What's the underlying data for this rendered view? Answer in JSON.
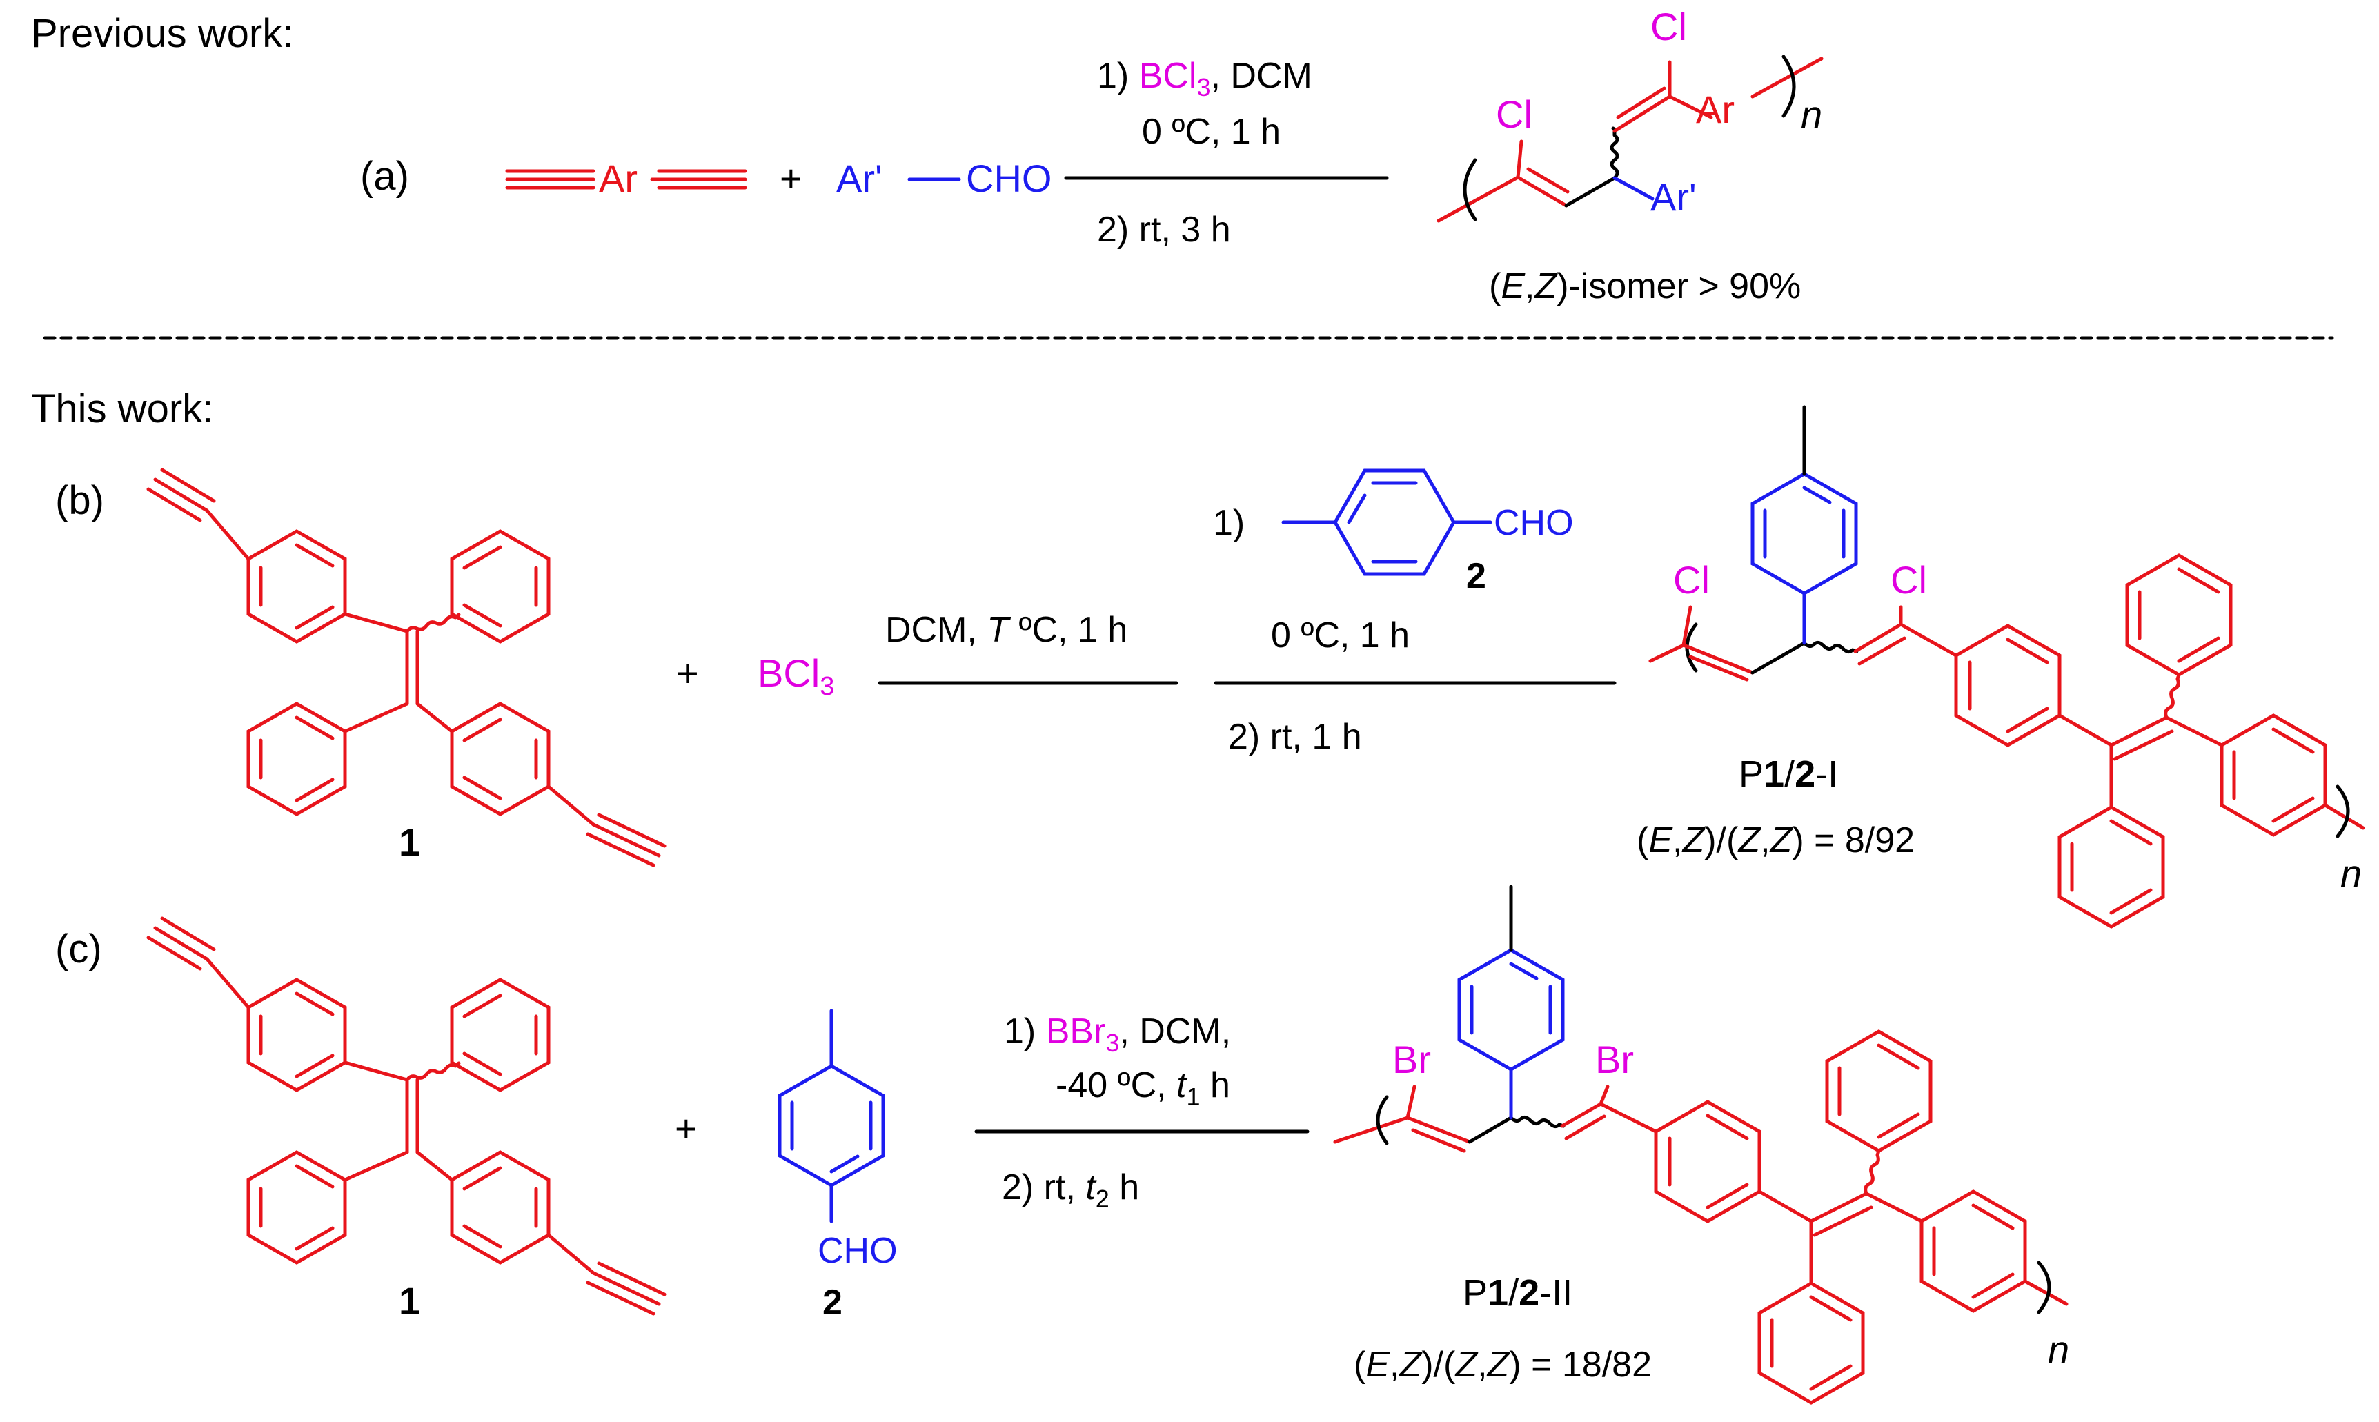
{
  "sections": {
    "previous": "Previous work:",
    "this": "This work:"
  },
  "tags": {
    "a": "(a)",
    "b": "(b)",
    "c": "(c)"
  },
  "groups": {
    "ar": "Ar",
    "ar_prime": "Ar'",
    "cho": "CHO",
    "cl": "Cl",
    "br": "Br",
    "n": "n",
    "bcl3": "BCl",
    "bbr3": "BBr",
    "sub3": "3"
  },
  "a": {
    "plus": "+",
    "step1_prefix": "1) ",
    "step1_suffix": ", DCM",
    "step1_cond": "0 ºC, 1 h",
    "step2": "2) rt, 3 h",
    "isomer_prefix": "(",
    "isomer_e": "E",
    "isomer_comma": ",",
    "isomer_z": "Z",
    "isomer_suffix": ")-isomer > 90%"
  },
  "b": {
    "plus": "+",
    "cond1_pre": "DCM, ",
    "cond1_T": "T",
    "cond1_post": " ºC, 1 h",
    "step1_num": "1)",
    "step1_cond": "0 ºC, 1 h",
    "step2": "2) rt, 1 h",
    "compound1": "1",
    "compound2": "2",
    "product_p": "P",
    "product_1": "1",
    "product_slash": "/",
    "product_2": "2",
    "product_suffix": "-I",
    "ratio": {
      "o1": "(",
      "e": "E",
      "c1": ",",
      "z1": "Z",
      "mid": ")/(",
      "z2": "Z",
      "c2": ",",
      "z3": "Z",
      "end": ") = 8/92"
    }
  },
  "c": {
    "plus": "+",
    "step1_prefix": "1) ",
    "step1_suffix": ", DCM,",
    "step1_cond_pre": "-40 ºC, ",
    "step1_t": "t",
    "step1_sub": "1",
    "step1_cond_post": " h",
    "step2_pre": "2) rt, ",
    "step2_t": "t",
    "step2_sub": "2",
    "step2_post": " h",
    "compound1": "1",
    "compound2": "2",
    "product_p": "P",
    "product_1": "1",
    "product_slash": "/",
    "product_2": "2",
    "product_suffix": "-II",
    "ratio": {
      "o1": "(",
      "e": "E",
      "c1": ",",
      "z1": "Z",
      "mid": ")/(",
      "z2": "Z",
      "c2": ",",
      "z3": "Z",
      "end": ") = 18/82"
    }
  },
  "colors": {
    "monomer": "#e8141b",
    "aldehyde": "#1c1cf0",
    "halogen": "#e000e0",
    "text": "#000000"
  }
}
